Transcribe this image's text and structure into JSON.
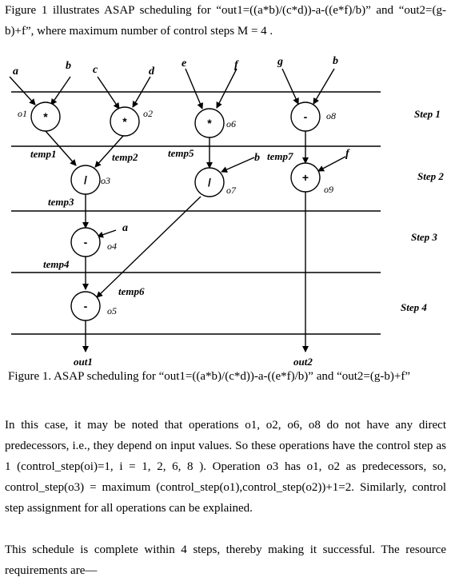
{
  "intro": {
    "text": "Figure 1 illustrates ASAP scheduling for “out1=((a*b)/(c*d))-a-((e*f)/b)” and “out2=(g-b)+f”, where maximum number of control steps M = 4 ."
  },
  "figure": {
    "inputs": [
      "a",
      "b",
      "c",
      "d",
      "e",
      "f",
      "g",
      "b",
      "b",
      "f",
      "a"
    ],
    "nodes": [
      {
        "id": "o1",
        "op": "*"
      },
      {
        "id": "o2",
        "op": "*"
      },
      {
        "id": "o6",
        "op": "*"
      },
      {
        "id": "o8",
        "op": "-"
      },
      {
        "id": "o3",
        "op": "/"
      },
      {
        "id": "o7",
        "op": "/"
      },
      {
        "id": "o9",
        "op": "+"
      },
      {
        "id": "o4",
        "op": "-"
      },
      {
        "id": "o5",
        "op": "-"
      }
    ],
    "temps": [
      "temp1",
      "temp2",
      "temp5",
      "temp7",
      "temp3",
      "temp4",
      "temp6"
    ],
    "steps": [
      "Step 1",
      "Step 2",
      "Step 3",
      "Step 4"
    ],
    "outputs": [
      "out1",
      "out2"
    ]
  },
  "caption": "Figure 1. ASAP scheduling for “out1=((a*b)/(c*d))-a-((e*f)/b)” and “out2=(g-b)+f”",
  "body": {
    "paragraph1": "In this case, it may be noted that operations o1, o2, o6, o8 do not have any direct predecessors, i.e., they depend on input values. So these operations have the control step as 1 (control_step(oi)=1, i = 1, 2, 6, 8 ). Operation o3 has o1, o2 as predecessors, so, control_step(o3) = maximum (control_step(o1),control_step(o2))+1=2. Similarly, control step assignment for all operations can be explained.",
    "paragraph2": "This schedule is complete within 4 steps, thereby making it successful. The resource requirements are—"
  }
}
